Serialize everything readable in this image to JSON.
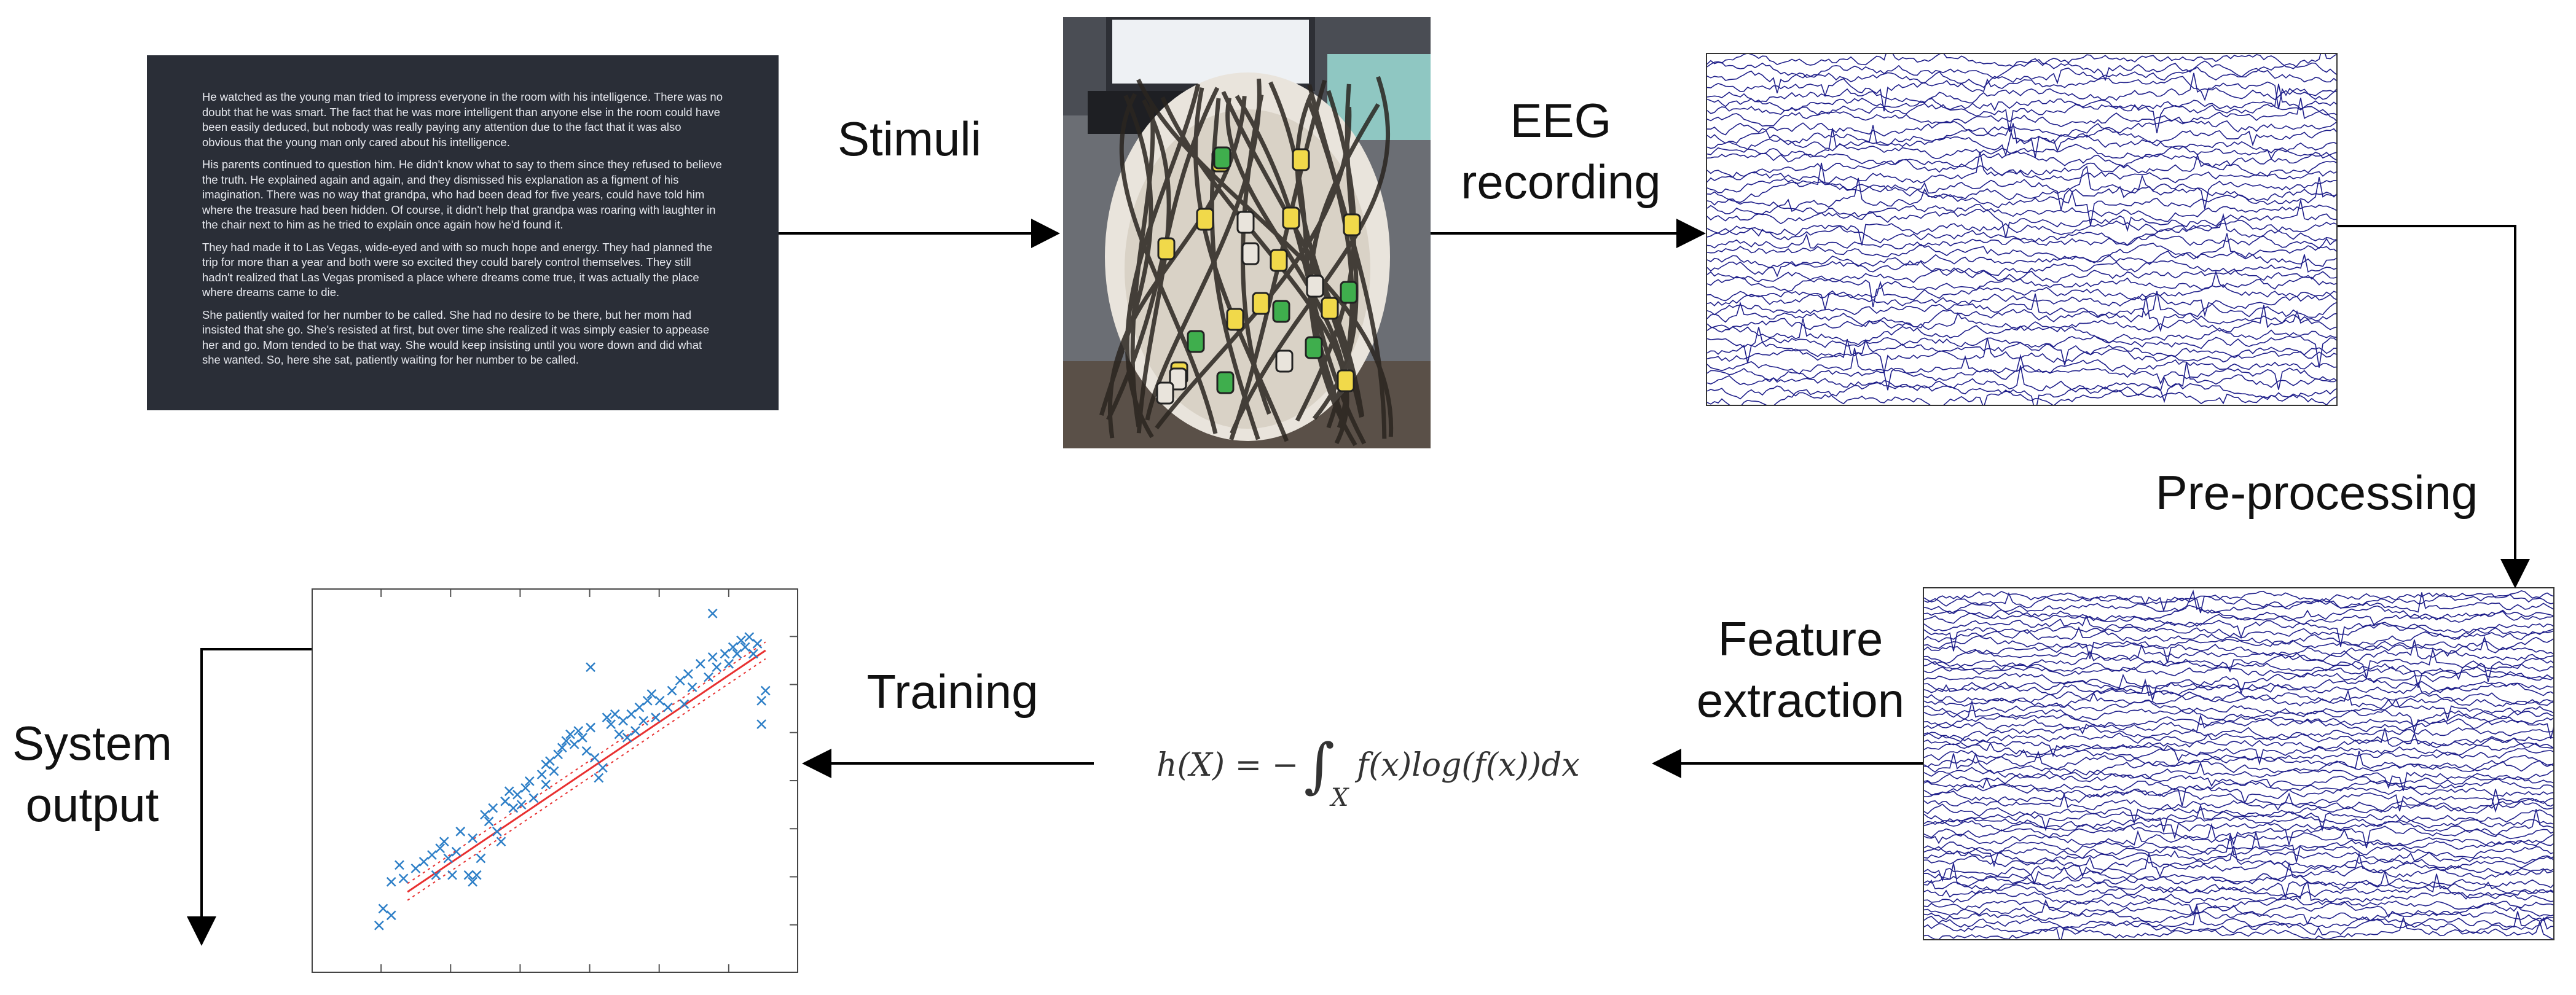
{
  "stimulus_text": {
    "paragraphs": [
      "He watched as the young man tried to impress everyone in the room with his intelligence. There was no doubt that he was smart. The fact that he was more intelligent than anyone else in the room could have been easily deduced, but nobody was really paying any attention due to the fact that it was also obvious that the young man only cared about his intelligence.",
      "His parents continued to question him. He didn't know what to say to them since they refused to believe the truth. He explained again and again, and they dismissed his explanation as a figment of his imagination. There was no way that grandpa, who had been dead for five years, could have told him where the treasure had been hidden. Of course, it didn't help that grandpa was roaring with laughter in the chair next to him as he tried to explain once again how he'd found it.",
      "They had made it to Las Vegas, wide-eyed and with so much hope and energy. They had planned the trip for more than a year and both were so excited they could barely control themselves. They still hadn't realized that Las Vegas promised a place where dreams come true, it was actually the place where dreams came to die.",
      "She patiently waited for her number to be called. She had no desire to be there, but her mom had insisted that she go. She's resisted at first, but over time she realized it was simply easier to appease her and go. Mom tended to be that way. She would keep insisting until you wore down and did what she wanted. So, here she sat, patiently waiting for her number to be called."
    ]
  },
  "labels": {
    "stimuli": "Stimuli",
    "eeg_line1": "EEG",
    "eeg_line2": "recording",
    "preprocessing": "Pre-processing",
    "feature_line1": "Feature",
    "feature_line2": "extraction",
    "training": "Training",
    "output_line1": "System",
    "output_line2": "output"
  },
  "formula": {
    "lhs": "h(X) = −",
    "integral": "∫",
    "rhs": "f(x)log(f(x))dx",
    "subscript": "X"
  },
  "colors": {
    "eeg_trace": "#1f1f8a",
    "scatter_point": "#2e7fc7",
    "fit_line": "#e83030",
    "panel_bg": "#2a2e37",
    "arrow": "#000000"
  },
  "icons": {
    "eeg_cap_photo": "eeg-cap-photo-icon"
  },
  "chart_data": {
    "type": "scatter",
    "title": "",
    "xlabel": "",
    "ylabel": "",
    "xlim": [
      0,
      100
    ],
    "ylim": [
      0,
      100
    ],
    "grid": false,
    "points": [
      [
        3,
        5
      ],
      [
        4,
        10
      ],
      [
        6,
        8
      ],
      [
        6,
        18
      ],
      [
        8,
        23
      ],
      [
        9,
        19
      ],
      [
        12,
        22
      ],
      [
        14,
        24
      ],
      [
        16,
        26
      ],
      [
        17,
        20
      ],
      [
        18,
        28
      ],
      [
        19,
        30
      ],
      [
        20,
        25
      ],
      [
        21,
        20
      ],
      [
        22,
        27
      ],
      [
        23,
        33
      ],
      [
        25,
        20
      ],
      [
        26,
        31
      ],
      [
        27,
        20
      ],
      [
        28,
        25
      ],
      [
        29,
        38
      ],
      [
        30,
        36
      ],
      [
        31,
        40
      ],
      [
        32,
        33
      ],
      [
        34,
        42
      ],
      [
        35,
        45
      ],
      [
        36,
        40
      ],
      [
        37,
        44
      ],
      [
        38,
        41
      ],
      [
        39,
        46
      ],
      [
        40,
        48
      ],
      [
        41,
        43
      ],
      [
        43,
        50
      ],
      [
        44,
        53
      ],
      [
        45,
        54
      ],
      [
        46,
        51
      ],
      [
        47,
        56
      ],
      [
        48,
        58
      ],
      [
        49,
        60
      ],
      [
        50,
        62
      ],
      [
        51,
        59
      ],
      [
        52,
        63
      ],
      [
        53,
        61
      ],
      [
        54,
        57
      ],
      [
        55,
        64
      ],
      [
        56,
        55
      ],
      [
        57,
        49
      ],
      [
        58,
        52
      ],
      [
        59,
        67
      ],
      [
        60,
        65
      ],
      [
        61,
        68
      ],
      [
        62,
        62
      ],
      [
        63,
        66
      ],
      [
        64,
        61
      ],
      [
        65,
        68
      ],
      [
        66,
        63
      ],
      [
        67,
        70
      ],
      [
        68,
        66
      ],
      [
        69,
        72
      ],
      [
        70,
        74
      ],
      [
        71,
        67
      ],
      [
        72,
        72
      ],
      [
        74,
        70
      ],
      [
        75,
        75
      ],
      [
        77,
        78
      ],
      [
        78,
        71
      ],
      [
        79,
        80
      ],
      [
        80,
        76
      ],
      [
        82,
        83
      ],
      [
        84,
        79
      ],
      [
        85,
        85
      ],
      [
        86,
        82
      ],
      [
        88,
        86
      ],
      [
        89,
        83
      ],
      [
        90,
        88
      ],
      [
        91,
        86
      ],
      [
        92,
        90
      ],
      [
        93,
        88
      ],
      [
        94,
        91
      ],
      [
        95,
        86
      ],
      [
        96,
        89
      ],
      [
        97,
        65
      ],
      [
        97,
        72
      ],
      [
        98,
        75
      ],
      [
        55,
        82
      ],
      [
        85,
        98
      ],
      [
        26,
        18
      ],
      [
        33,
        30
      ],
      [
        44,
        47
      ]
    ],
    "fit": {
      "x": [
        10,
        98
      ],
      "y": [
        15,
        87
      ]
    }
  }
}
